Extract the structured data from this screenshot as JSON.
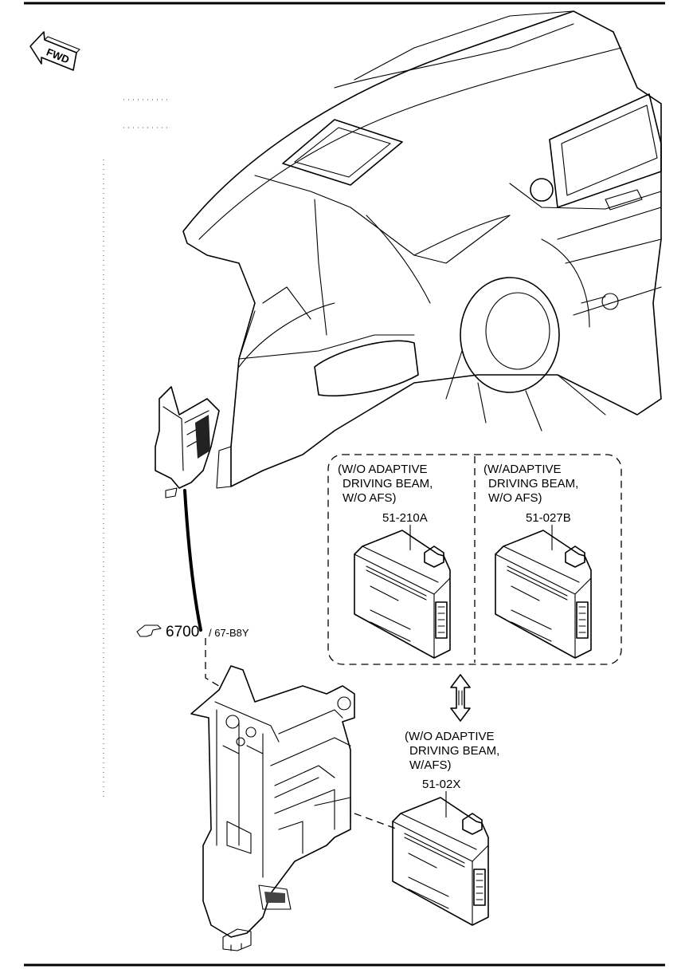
{
  "fwd_label": "FWD",
  "reference": {
    "code": "6700",
    "suffix": "/ 67-B8Y"
  },
  "variants": [
    {
      "lines": [
        "(W/O ADAPTIVE",
        "DRIVING BEAM,",
        "W/O AFS)"
      ],
      "part_number": "51-210A"
    },
    {
      "lines": [
        "(W/ADAPTIVE",
        "DRIVING BEAM,",
        "W/O AFS)"
      ],
      "part_number": "51-027B"
    },
    {
      "lines": [
        "(W/O ADAPTIVE",
        "DRIVING BEAM,",
        "W/AFS)"
      ],
      "part_number": "51-02X"
    }
  ]
}
